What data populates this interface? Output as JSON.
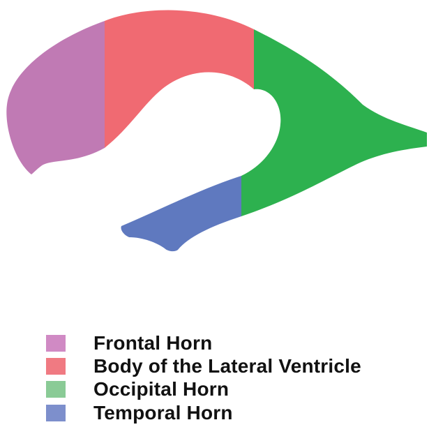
{
  "regions": [
    {
      "id": "frontal",
      "label": "Frontal Horn",
      "color": "#C07AB4"
    },
    {
      "id": "body",
      "label": "Body of the Lateral Ventricle",
      "color": "#F06A72"
    },
    {
      "id": "occipital",
      "label": "Occipital Horn",
      "color": "#2DB14F"
    },
    {
      "id": "temporal",
      "label": "Temporal Horn",
      "color": "#5F79BF"
    }
  ],
  "legend": {
    "items": [
      {
        "label": "Frontal Horn",
        "color": "#D08AC4"
      },
      {
        "label": "Body of the Lateral Ventricle",
        "color": "#F07A82"
      },
      {
        "label": "Occipital Horn",
        "color": "#8ACB96"
      },
      {
        "label": "Temporal Horn",
        "color": "#7D8FCC"
      }
    ]
  }
}
